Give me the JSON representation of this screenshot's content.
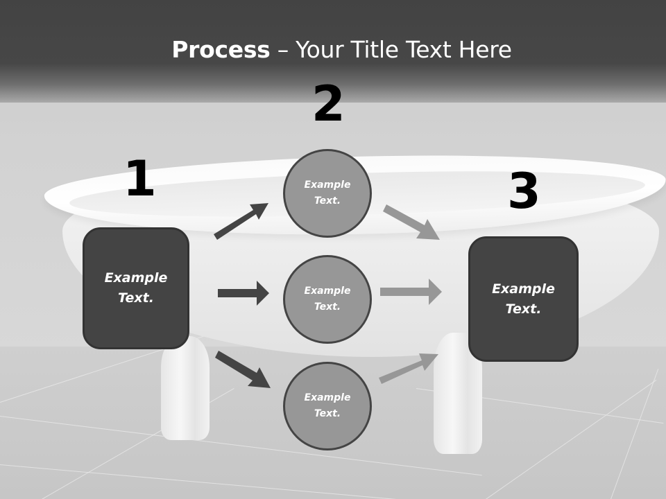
{
  "slide": {
    "title_bold": "Process",
    "title_rest": " – Your Title Text Here"
  },
  "steps": [
    {
      "number": "1",
      "label": "Example\nText."
    },
    {
      "number": "2",
      "label": "Example\nText."
    },
    {
      "number": "3",
      "label": "Example\nText."
    }
  ],
  "circles": [
    {
      "label": "Example\nText."
    },
    {
      "label": "Example\nText."
    },
    {
      "label": "Example\nText."
    }
  ],
  "colors": {
    "header": "#444444",
    "box_fill": "#444444",
    "circle_fill": "#979797",
    "arrow_dark": "#444444",
    "arrow_light": "#979797",
    "number": "#000000"
  }
}
